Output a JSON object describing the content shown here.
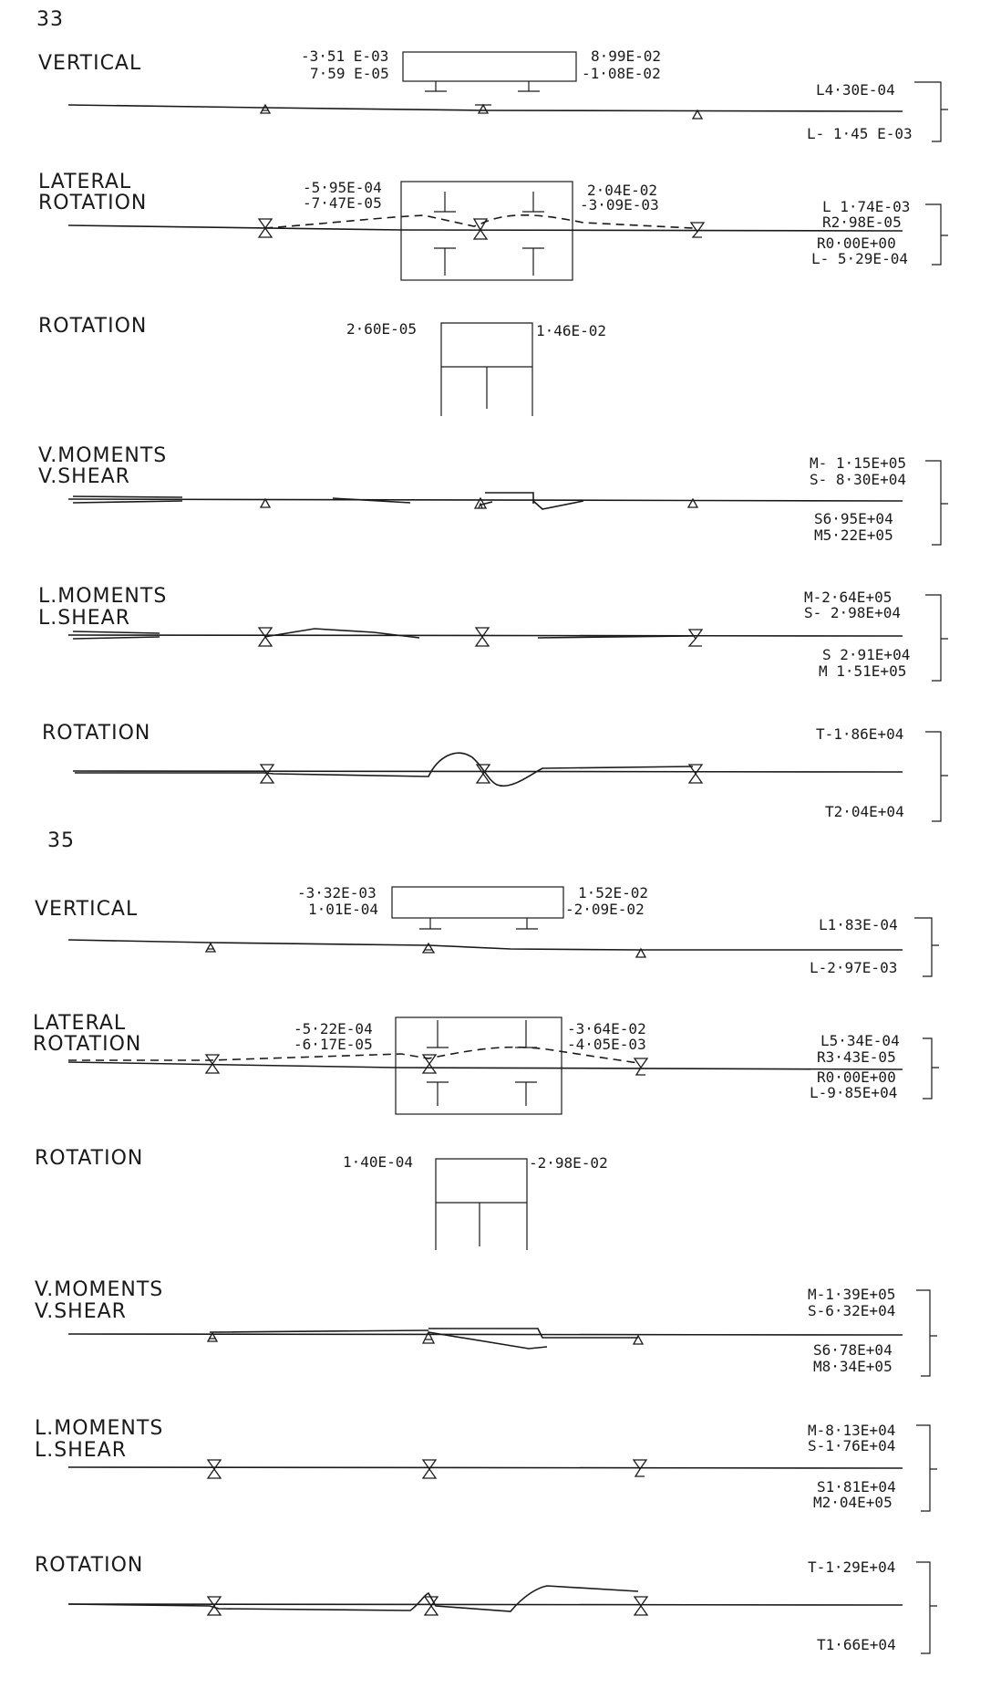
{
  "page_numbers": {
    "top": "33",
    "bottom": "35"
  },
  "fig33": {
    "vertical": {
      "label": "VERTICAL",
      "left_top": "-3·51 E-03",
      "left_bot": "7·59 E-05",
      "right_top": "8·99E-02",
      "right_bot": "-1·08E-02",
      "max": "L4·30E-04",
      "min": "L- 1·45 E-03"
    },
    "lateral": {
      "label1": "LATERAL",
      "label2": "ROTATION",
      "left_top": "-5·95E-04",
      "left_bot": "-7·47E-05",
      "right_top": "2·04E-02",
      "right_bot": "-3·09E-03",
      "v1": "L 1·74E-03",
      "v2": "R2·98E-05",
      "v3": "R0·00E+00",
      "v4": "L- 5·29E-04"
    },
    "rotation": {
      "label": "ROTATION",
      "left": "2·60E-05",
      "right": "1·46E-02"
    },
    "vmoments": {
      "label1": "V.MOMENTS",
      "label2": "V.SHEAR",
      "v1": "M- 1·15E+05",
      "v2": "S- 8·30E+04",
      "v3": "S6·95E+04",
      "v4": "M5·22E+05"
    },
    "lmoments": {
      "label1": "L.MOMENTS",
      "label2": "L.SHEAR",
      "v1": "M-2·64E+05",
      "v2": "S- 2·98E+04",
      "v3": "S 2·91E+04",
      "v4": "M 1·51E+05"
    },
    "rotation2": {
      "label": "ROTATION",
      "max": "T-1·86E+04",
      "min": "T2·04E+04"
    }
  },
  "fig35": {
    "vertical": {
      "label": "VERTICAL",
      "left_top": "-3·32E-03",
      "left_bot": "1·01E-04",
      "right_top": "1·52E-02",
      "right_bot": "-2·09E-02",
      "max": "L1·83E-04",
      "min": "L-2·97E-03"
    },
    "lateral": {
      "label1": "LATERAL",
      "label2": "ROTATION",
      "left_top": "-5·22E-04",
      "left_bot": "-6·17E-05",
      "right_top": "-3·64E-02",
      "right_bot": "-4·05E-03",
      "v1": "L5·34E-04",
      "v2": "R3·43E-05",
      "v3": "R0·00E+00",
      "v4": "L-9·85E+04"
    },
    "rotation": {
      "label": "ROTATION",
      "left": "1·40E-04",
      "right": "-2·98E-02"
    },
    "vmoments": {
      "label1": "V.MOMENTS",
      "label2": "V.SHEAR",
      "v1": "M-1·39E+05",
      "v2": "S-6·32E+04",
      "v3": "S6·78E+04",
      "v4": "M8·34E+05"
    },
    "lmoments": {
      "label1": "L.MOMENTS",
      "label2": "L.SHEAR",
      "v1": "M-8·13E+04",
      "v2": "S-1·76E+04",
      "v3": "S1·81E+04",
      "v4": "M2·04E+05"
    },
    "rotation2": {
      "label": "ROTATION",
      "max": "T-1·29E+04",
      "min": "T1·66E+04"
    }
  }
}
